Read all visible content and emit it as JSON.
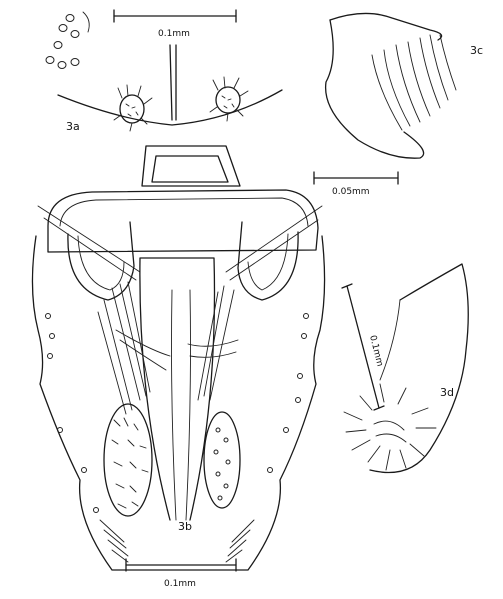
{
  "panels": {
    "a": {
      "label": "3a",
      "scale": "0.1mm"
    },
    "b": {
      "label": "3b",
      "scale": "0.1mm"
    },
    "c": {
      "label": "3c",
      "scale": "0.05mm"
    },
    "d": {
      "label": "3d",
      "scale": "0.1mm"
    }
  },
  "colors": {
    "ink": "#1a1a1a",
    "paper": "#ffffff"
  }
}
